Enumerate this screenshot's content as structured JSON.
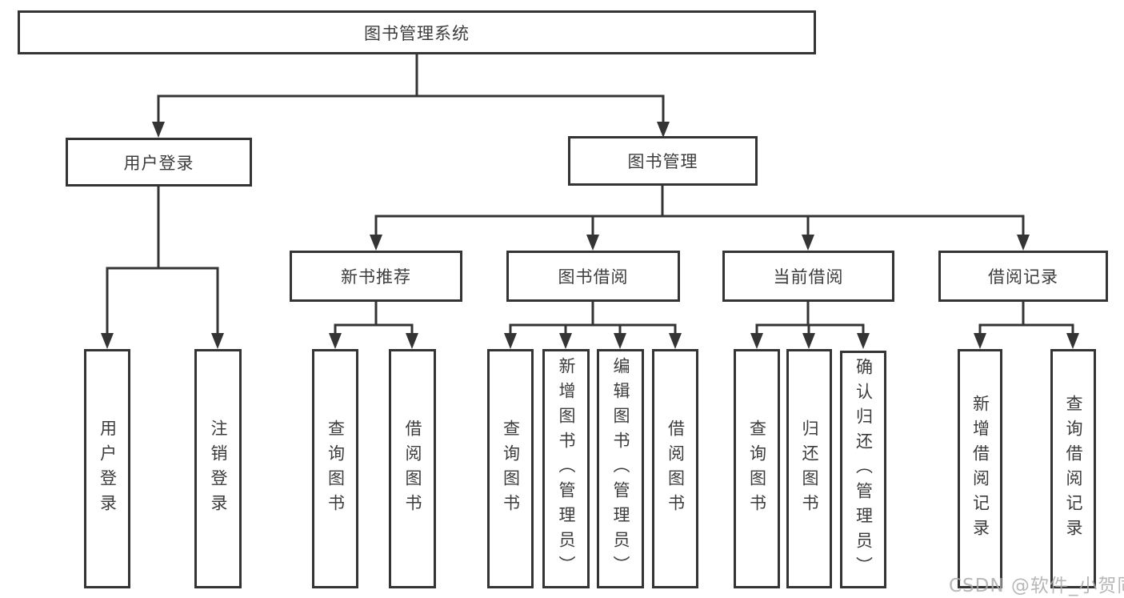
{
  "diagram": {
    "title": "图书管理系统",
    "type": "hierarchy-tree",
    "colors": {
      "line": "#343434",
      "box_border": "#343434",
      "box_background": "#ffffff",
      "text": "#3c3c3c",
      "watermark": "#ababab"
    },
    "nodes": {
      "root": {
        "label": "图书管理系统"
      },
      "user_login": {
        "label": "用户登录"
      },
      "book_mgmt": {
        "label": "图书管理"
      },
      "new_book_rec": {
        "label": "新书推荐"
      },
      "book_borrow": {
        "label": "图书借阅"
      },
      "current_borrow": {
        "label": "当前借阅"
      },
      "borrow_record": {
        "label": "借阅记录"
      },
      "leaf_user_login": {
        "label": "用户登录"
      },
      "leaf_logout": {
        "label": "注销登录"
      },
      "leaf_nbr_query": {
        "label": "查询图书"
      },
      "leaf_nbr_borrow": {
        "label": "借阅图书"
      },
      "leaf_bb_query": {
        "label": "查询图书"
      },
      "leaf_bb_add": {
        "label": "新增图书（管理员）"
      },
      "leaf_bb_edit": {
        "label": "编辑图书（管理员）"
      },
      "leaf_bb_borrow": {
        "label": "借阅图书"
      },
      "leaf_cb_query": {
        "label": "查询图书"
      },
      "leaf_cb_return": {
        "label": "归还图书"
      },
      "leaf_cb_confirm": {
        "label": "确认归还（管理员）"
      },
      "leaf_br_add": {
        "label": "新增借阅记录"
      },
      "leaf_br_query": {
        "label": "查询借阅记录"
      }
    },
    "hierarchy": {
      "图书管理系统": {
        "用户登录": [
          "用户登录",
          "注销登录"
        ],
        "图书管理": {
          "新书推荐": [
            "查询图书",
            "借阅图书"
          ],
          "图书借阅": [
            "查询图书",
            "新增图书（管理员）",
            "编辑图书（管理员）",
            "借阅图书"
          ],
          "当前借阅": [
            "查询图书",
            "归还图书",
            "确认归还（管理员）"
          ],
          "借阅记录": [
            "新增借阅记录",
            "查询借阅记录"
          ]
        }
      }
    },
    "watermark": "CSDN @软件_小贺同学"
  }
}
